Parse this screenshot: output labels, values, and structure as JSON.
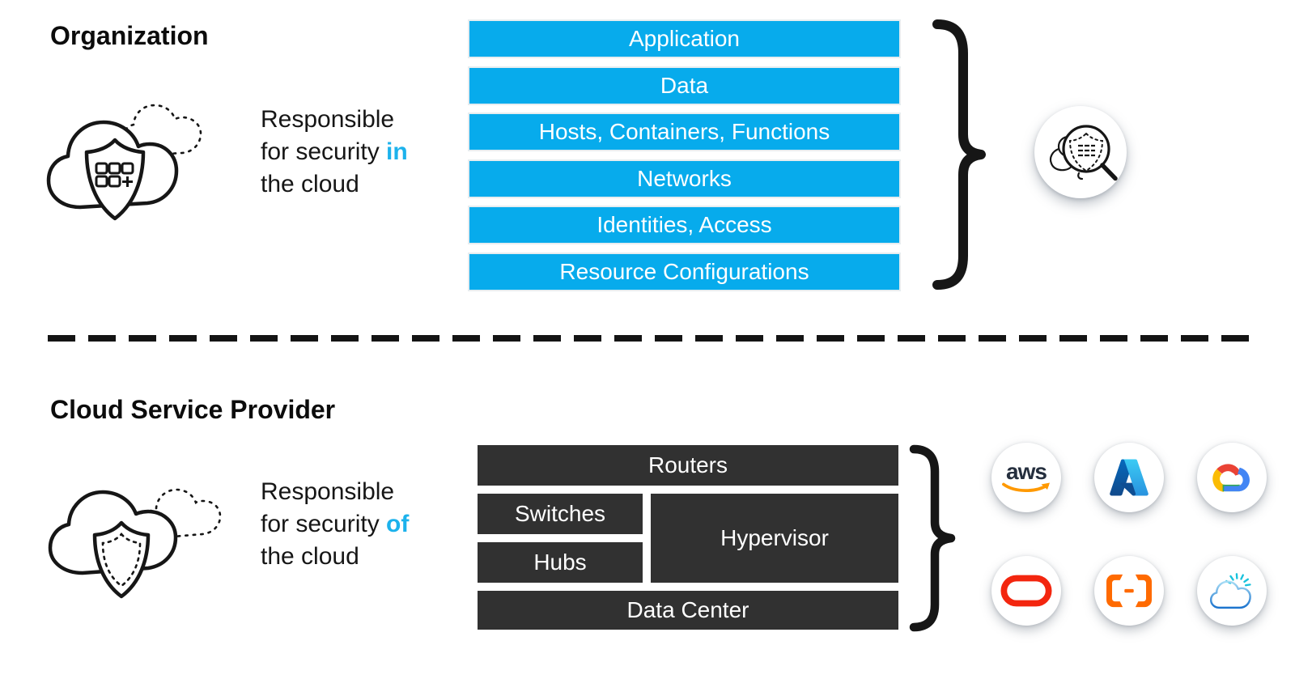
{
  "organization": {
    "title": "Organization",
    "responsibility": {
      "line1": "Responsible",
      "line2_prefix": "for security ",
      "line2_highlight": "in",
      "line3": "the cloud"
    },
    "layers": [
      "Application",
      "Data",
      "Hosts, Containers, Functions",
      "Networks",
      "Identities, Access",
      "Resource Configurations"
    ]
  },
  "cloud_service_provider": {
    "title": "Cloud Service Provider",
    "responsibility": {
      "line1": "Responsible",
      "line2_prefix": "for security ",
      "line2_highlight": "of",
      "line3": "the cloud"
    },
    "layers": {
      "routers": "Routers",
      "switches": "Switches",
      "hubs": "Hubs",
      "hypervisor": "Hypervisor",
      "data_center": "Data Center"
    },
    "aws_wordmark": "aws",
    "provider_icons": [
      "aws-logo",
      "azure-logo",
      "google-cloud-logo",
      "oracle-logo",
      "alibaba-cloud-logo",
      "ibm-cloud-logo"
    ]
  },
  "colors": {
    "layer_blue": "#07ABEC",
    "layer_dark": "#313131",
    "accent_text": "#1CB2EC",
    "aws_orange": "#FF9900",
    "aws_navy": "#252F3E",
    "oracle_red": "#F3260F",
    "alibaba_orange": "#FF6A00",
    "google_blue": "#4285F4",
    "google_red": "#EA4335",
    "google_yellow": "#FBBC04",
    "google_green": "#34A853"
  }
}
